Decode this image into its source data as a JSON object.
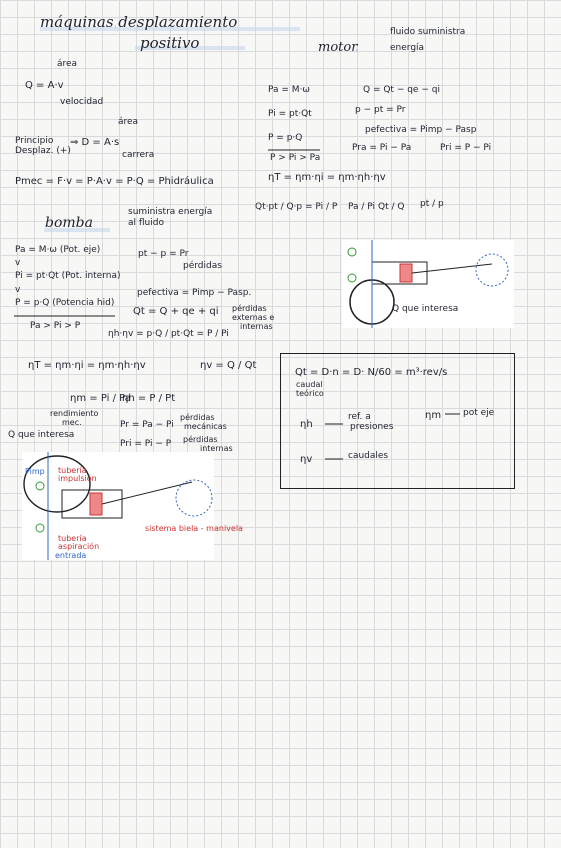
{
  "header": {
    "title1": "máquinas desplazamiento",
    "title2": "positivo",
    "motor": "motor",
    "motor_note1": "fluido suministra",
    "motor_note2": "energía"
  },
  "left": {
    "area1": "área",
    "q_eq": "Q = A·v",
    "velocidad": "velocidad",
    "area2": "área",
    "principio": "Principio",
    "desplaz": "Desplaz. (+)",
    "d_eq": "⇒ D = A·s",
    "carrera": "carrera",
    "pmec": "Pmec = F·v = P·A·v = P·Q = Phidráulica",
    "bomba": "bomba",
    "bomba_note1": "suministra energía",
    "bomba_note2": "al fluido",
    "pa": "Pa = M·ω  (Pot. eje)",
    "v1": "v",
    "pi": "Pi = pt·Qt  (Pot. interna)",
    "v2": "v",
    "p": "P = p·Q   (Potencia hid)",
    "order": "Pa > Pi > P",
    "pt_p": "pt − p = Pr",
    "perdidas": "pérdidas",
    "pefectiva": "pefectiva = Pimp − Pasp.",
    "qt": "Qt = Q + qe + qi",
    "perdidas_ext1": "pérdidas",
    "perdidas_ext2": "externas e",
    "perdidas_ext3": "internas",
    "nh_nv": "ηh·ηv = p·Q / pt·Qt = P / Pi",
    "nt": "ηT = ηm·ηi = ηm·ηh·ηv",
    "nv": "ηv = Q / Qt",
    "nm": "ηm = Pi / Pa",
    "nh": "ηh = P / Pt",
    "rend1": "rendimiento",
    "rend2": "mec.",
    "pr": "Pr = Pa − Pi",
    "pm1": "pérdidas",
    "pm2": "mecánicas",
    "pri": "Pri = Pi − P",
    "pi1": "pérdidas",
    "pi2": "internas",
    "q_int": "Q que interesa"
  },
  "right": {
    "pa": "Pa = M·ω",
    "pi": "Pi = pt·Qt",
    "p": "P = p·Q",
    "order": "P > Pi > Pa",
    "q": "Q = Qt − qe − qi",
    "p_pt": "p − pt = Pr",
    "pefectiva": "pefectiva = Pimp − Pasp",
    "pra": "Pra = Pi − Pa",
    "pri": "Pri = P − Pi",
    "nt": "ηT = ηm·ηi = ηm·ηh·ηv",
    "frac1": "Qt·pt / Q·p = Pi / P",
    "frac2": "Pa / Pi",
    "frac3": "Qt / Q",
    "frac4": "pt / p",
    "q_int": "Q que interesa"
  },
  "boxed": {
    "qt": "Qt = D·n = D· N/60 = m³·rev/s",
    "caudal1": "caudal",
    "caudal2": "teórico",
    "nh": "ηh",
    "nh_desc1": "ref. a",
    "nh_desc2": "presiones",
    "nm": "ηm",
    "nm_desc": "pot eje",
    "nv": "ηv",
    "nv_desc": "caudales"
  },
  "diagram": {
    "pimp": "Pimp",
    "tub_imp1": "tubería",
    "tub_imp2": "impulsión",
    "tub_asp1": "tubería",
    "tub_asp2": "aspiración",
    "sistema": "sistema biela - manivela",
    "entrada": "entrada"
  }
}
